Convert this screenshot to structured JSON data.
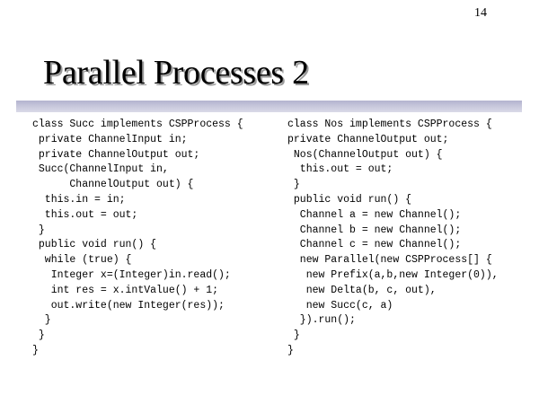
{
  "slide": {
    "number": "14",
    "title": "Parallel Processes 2"
  },
  "code": {
    "left_lines": [
      "class Succ implements CSPProcess {",
      " private ChannelInput in;",
      " private ChannelOutput out;",
      " Succ(ChannelInput in,",
      "      ChannelOutput out) {",
      "  this.in = in;",
      "  this.out = out;",
      " }",
      " public void run() {",
      "  while (true) {",
      "   Integer x=(Integer)in.read();",
      "   int res = x.intValue() + 1;",
      "   out.write(new Integer(res));",
      "  }",
      " }",
      "}"
    ],
    "right_lines": [
      "class Nos implements CSPProcess {",
      "private ChannelOutput out;",
      " Nos(ChannelOutput out) {",
      "  this.out = out;",
      " }",
      " public void run() {",
      "  Channel a = new Channel();",
      "  Channel b = new Channel();",
      "  Channel c = new Channel();",
      "  new Parallel(new CSPProcess[] {",
      "   new Prefix(a,b,new Integer(0)),",
      "   new Delta(b, c, out),",
      "   new Succ(c, a)",
      "  }).run();",
      " }",
      "}"
    ]
  }
}
